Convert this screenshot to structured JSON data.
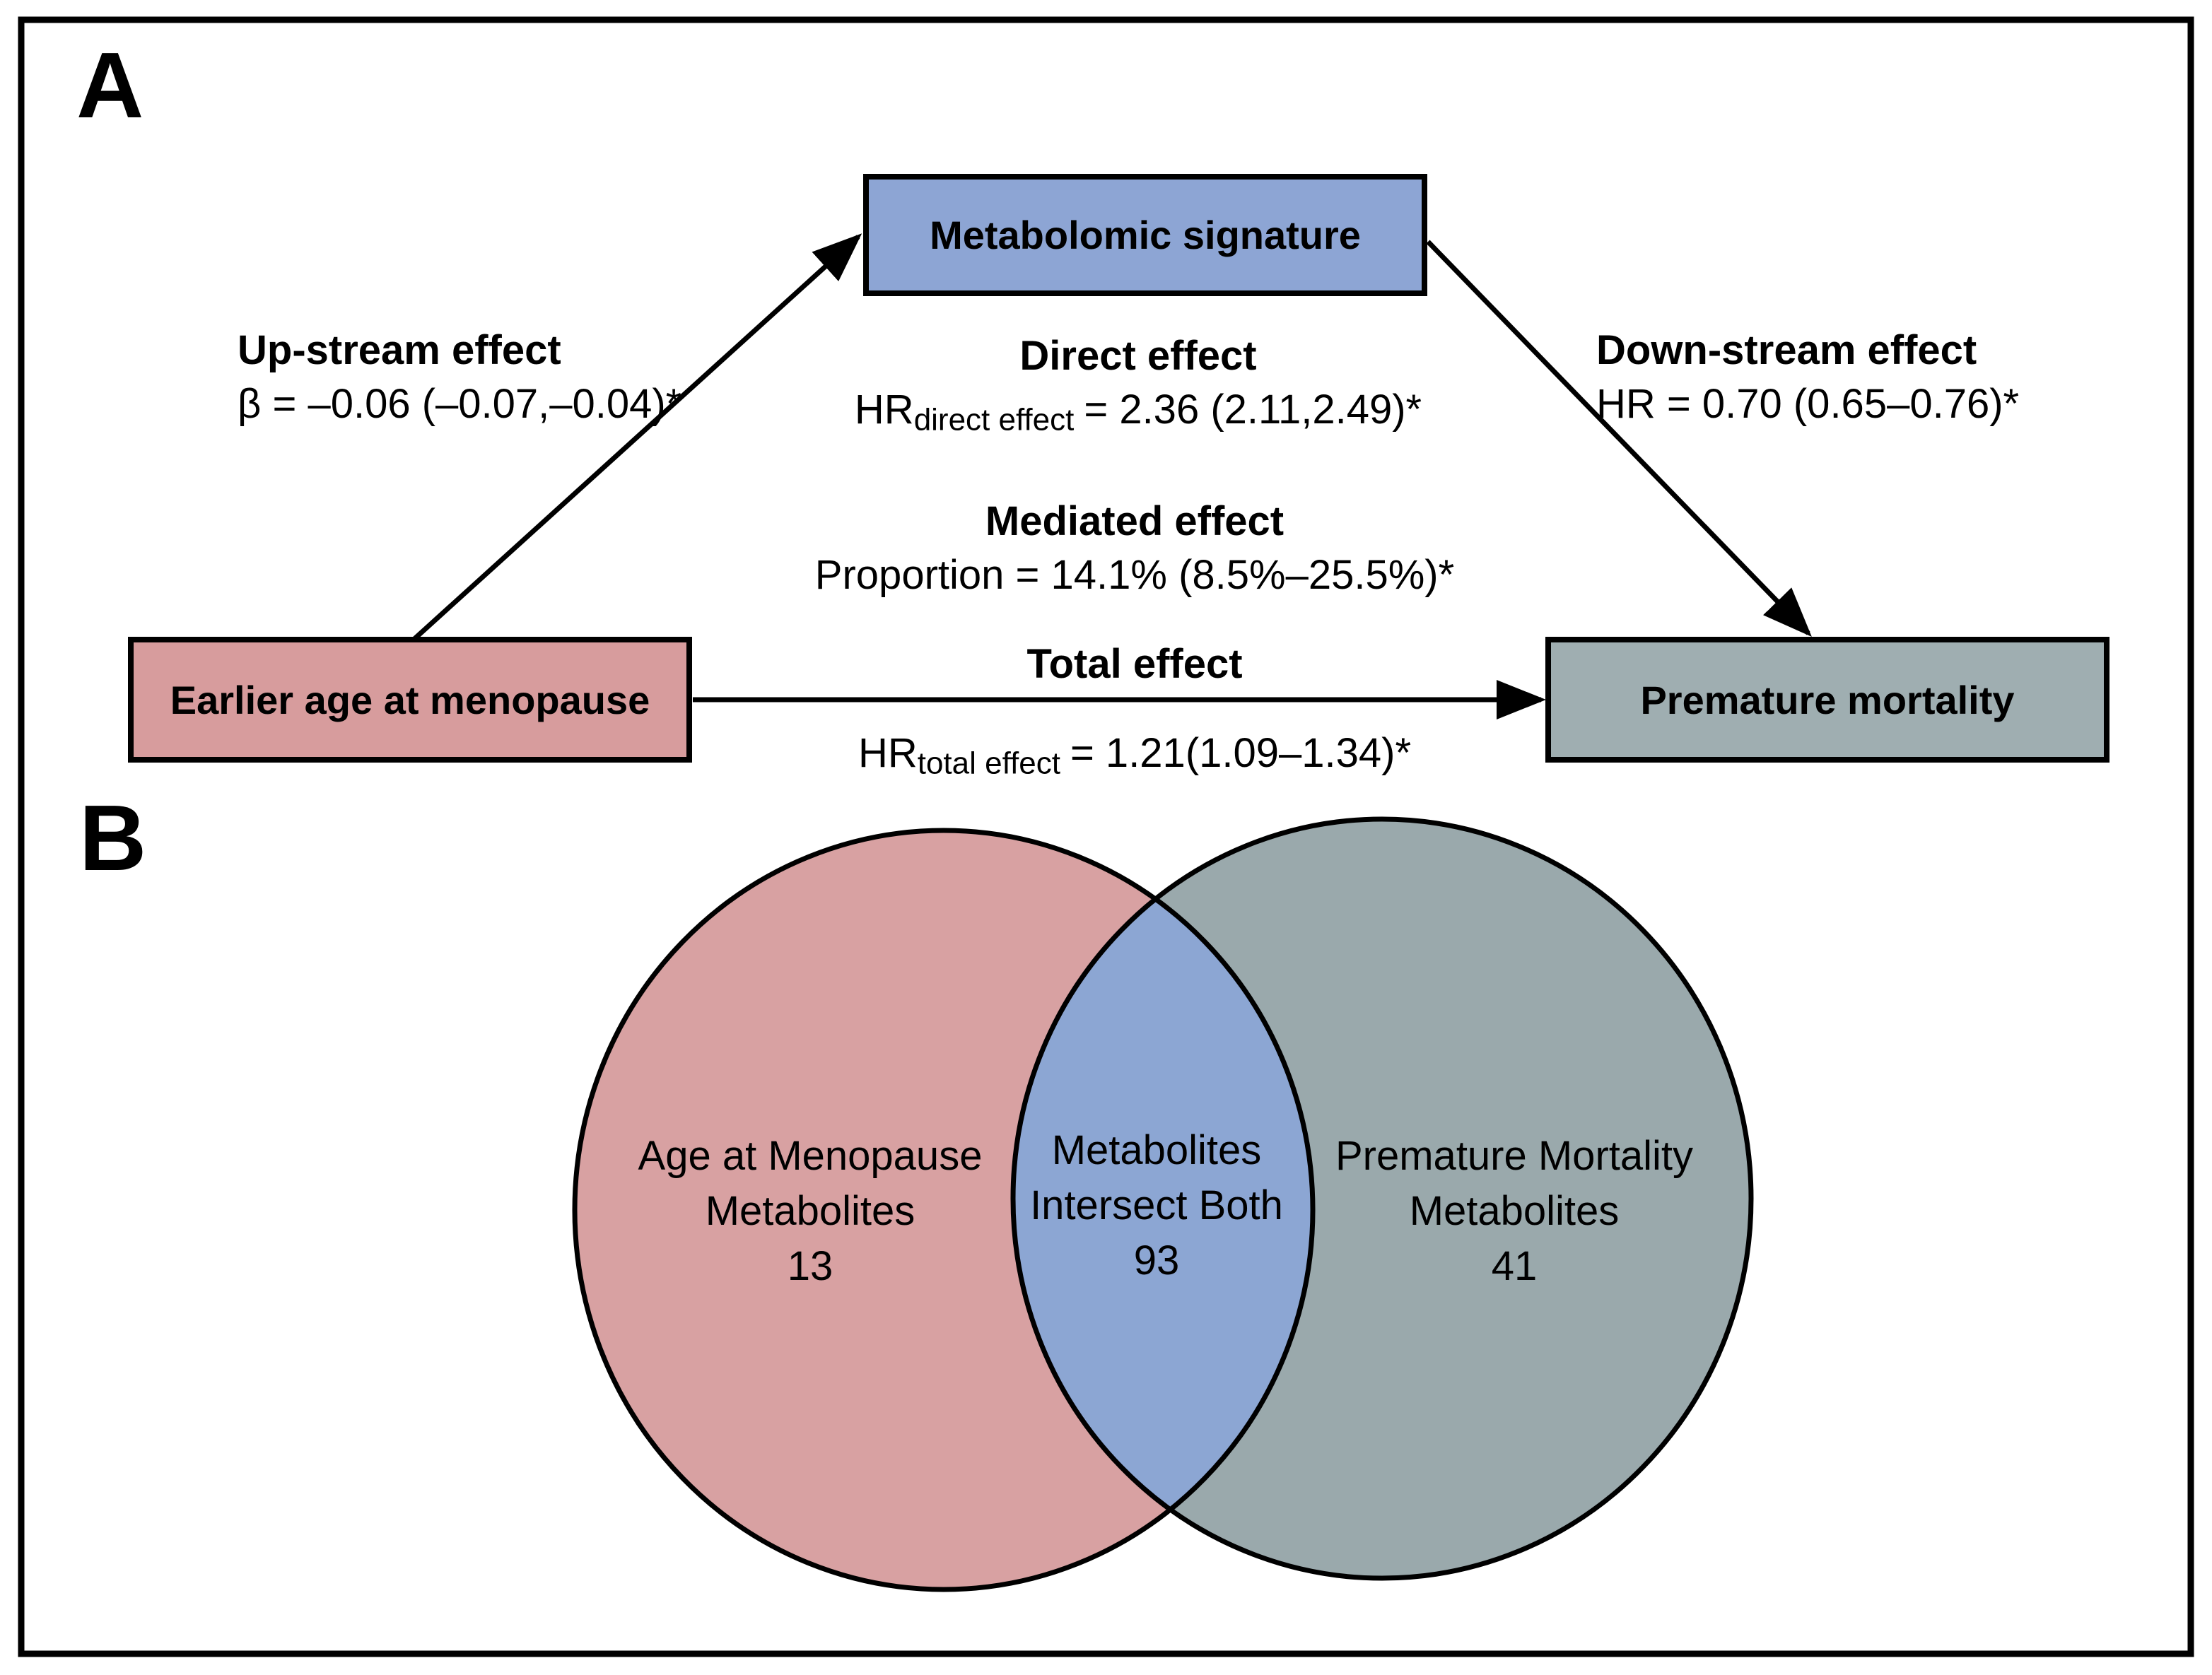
{
  "panel_a": {
    "label": "A",
    "boxes": {
      "mediator": {
        "label": "Metabolomic signature"
      },
      "exposure": {
        "label": "Earlier age at menopause"
      },
      "outcome": {
        "label": "Premature mortality"
      }
    },
    "effects": {
      "upstream": {
        "title": "Up-stream effect",
        "value": "β = –0.06 (–0.07,–0.04)*"
      },
      "direct": {
        "title": "Direct effect",
        "hr_base": "HR",
        "hr_sub": "direct effect",
        "hr_rest": "= 2.36 (2.11,2.49)*"
      },
      "downstream": {
        "title": "Down-stream effect",
        "value": "HR = 0.70 (0.65–0.76)*"
      },
      "mediated": {
        "title": "Mediated effect",
        "value": "Proportion = 14.1% (8.5%–25.5%)*"
      },
      "total": {
        "title": "Total effect",
        "hr_base": "HR",
        "hr_sub": "total effect",
        "hr_rest": "= 1.21(1.09–1.34)*"
      }
    }
  },
  "panel_b": {
    "label": "B",
    "venn": {
      "left": {
        "line1": "Age at Menopause",
        "line2": "Metabolites",
        "count": "13"
      },
      "intersection": {
        "line1": "Metabolites",
        "line2": "Intersect Both",
        "count": "93"
      },
      "right": {
        "line1": "Premature Mortality",
        "line2": "Metabolites",
        "count": "41"
      }
    }
  },
  "colors": {
    "box_blue": "#8DA5D4",
    "box_pink": "#D79C9D",
    "box_gray": "#9FAEB1",
    "venn_pink": "#D8A1A2",
    "venn_gray": "#9AA9AC",
    "venn_blue": "#8CA6D3",
    "line_black": "#000000"
  }
}
